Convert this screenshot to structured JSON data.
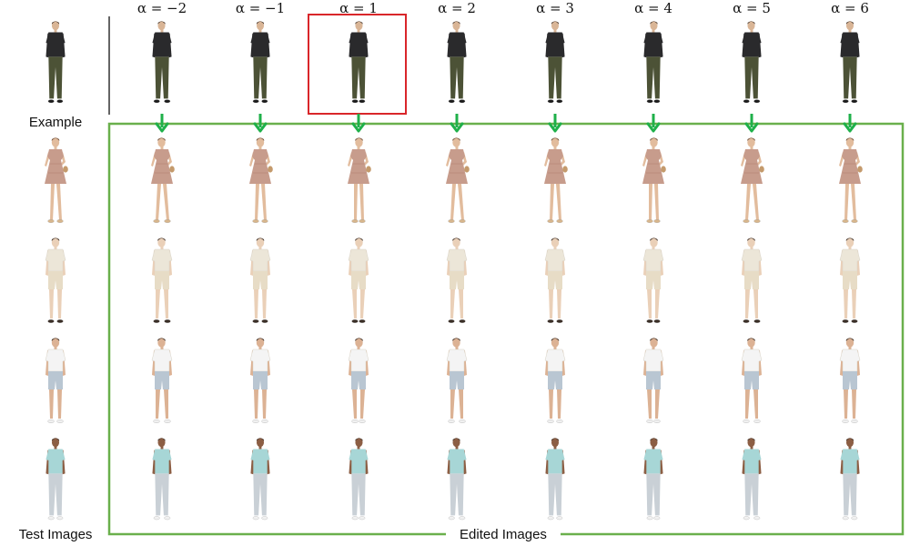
{
  "figure": {
    "columns": [
      {
        "alpha": "α = −2"
      },
      {
        "alpha": "α = −1"
      },
      {
        "alpha": "α = 1",
        "highlighted": true
      },
      {
        "alpha": "α = 2"
      },
      {
        "alpha": "α = 3"
      },
      {
        "alpha": "α = 4"
      },
      {
        "alpha": "α = 5"
      },
      {
        "alpha": "α = 6"
      }
    ],
    "labels": {
      "example": "Example",
      "test_images": "Test Images",
      "edited_images": "Edited Images"
    },
    "rows": [
      {
        "name": "example-man-dark-sweater-olive-pants",
        "top": "#2a2a2c",
        "bottom": "#4c5236",
        "kind": "pants",
        "skin": "#d9b596",
        "shoes": "#1a1a1a"
      },
      {
        "name": "woman-floral-dress",
        "top": "#c79c8c",
        "bottom": "#c79c8c",
        "kind": "dress",
        "skin": "#e2bc9d",
        "shoes": "#d8b68c"
      },
      {
        "name": "woman-cream-shirt-shorts",
        "top": "#ece6d8",
        "bottom": "#e7dcc6",
        "kind": "shorts",
        "skin": "#ead0b8",
        "shoes": "#3a2e26"
      },
      {
        "name": "man-white-tee-denim-shorts",
        "top": "#f4f4f4",
        "bottom": "#b9c6d2",
        "kind": "shorts",
        "skin": "#dcb294",
        "shoes": "#f0f0f0"
      },
      {
        "name": "man-mint-sweatshirt-grey-pants",
        "top": "#a7d6d6",
        "bottom": "#c9d0d6",
        "kind": "pants",
        "skin": "#8c5e44",
        "shoes": "#f2f2f2"
      }
    ],
    "colors": {
      "frame_green": "#6ab04c",
      "arrow_green": "#1fb04a",
      "highlight_red": "#d9262a",
      "divider": "#111111"
    }
  }
}
